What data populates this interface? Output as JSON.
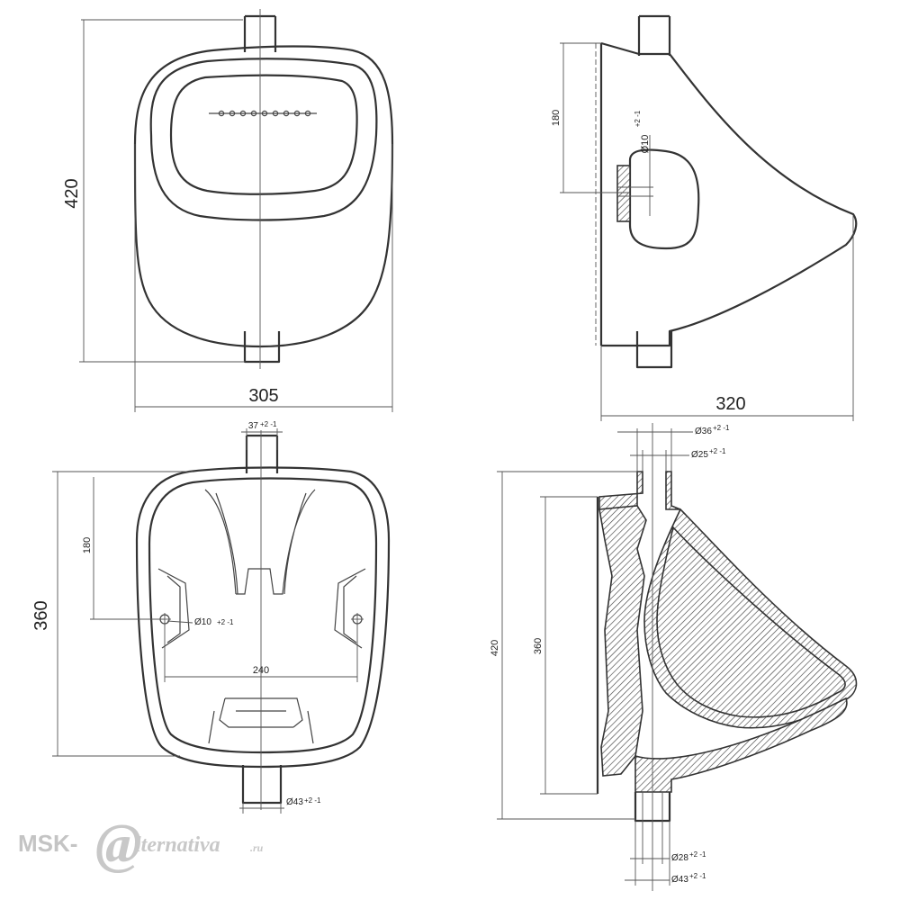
{
  "dimensions": {
    "front_height": "420",
    "front_width": "305",
    "side_depth": "320",
    "side_inlet_height": "180",
    "side_hole_dia": "Ø10",
    "side_hole_tol": "+2 -1",
    "top_inlet_width": "37",
    "top_inlet_tol": "+2 -1",
    "top_height": "360",
    "top_hole_height": "180",
    "top_hole_dia": "Ø10",
    "top_hole_tol": "+2 -1",
    "top_hole_spacing": "240",
    "top_outlet_dia": "Ø43",
    "top_outlet_tol": "+2 -1",
    "section_inlet_outer": "Ø36",
    "section_inlet_outer_tol": "+2 -1",
    "section_inlet_inner": "Ø25",
    "section_inlet_inner_tol": "+2 -1",
    "section_height": "420",
    "section_inner_height": "360",
    "section_outlet_inner": "Ø28",
    "section_outlet_inner_tol": "+2 -1",
    "section_outlet_outer": "Ø43",
    "section_outlet_outer_tol": "+2 -1"
  },
  "watermark": {
    "prefix": "MSK-",
    "at_symbol": "@",
    "suffix": "lternativa",
    "domain": ".ru"
  }
}
